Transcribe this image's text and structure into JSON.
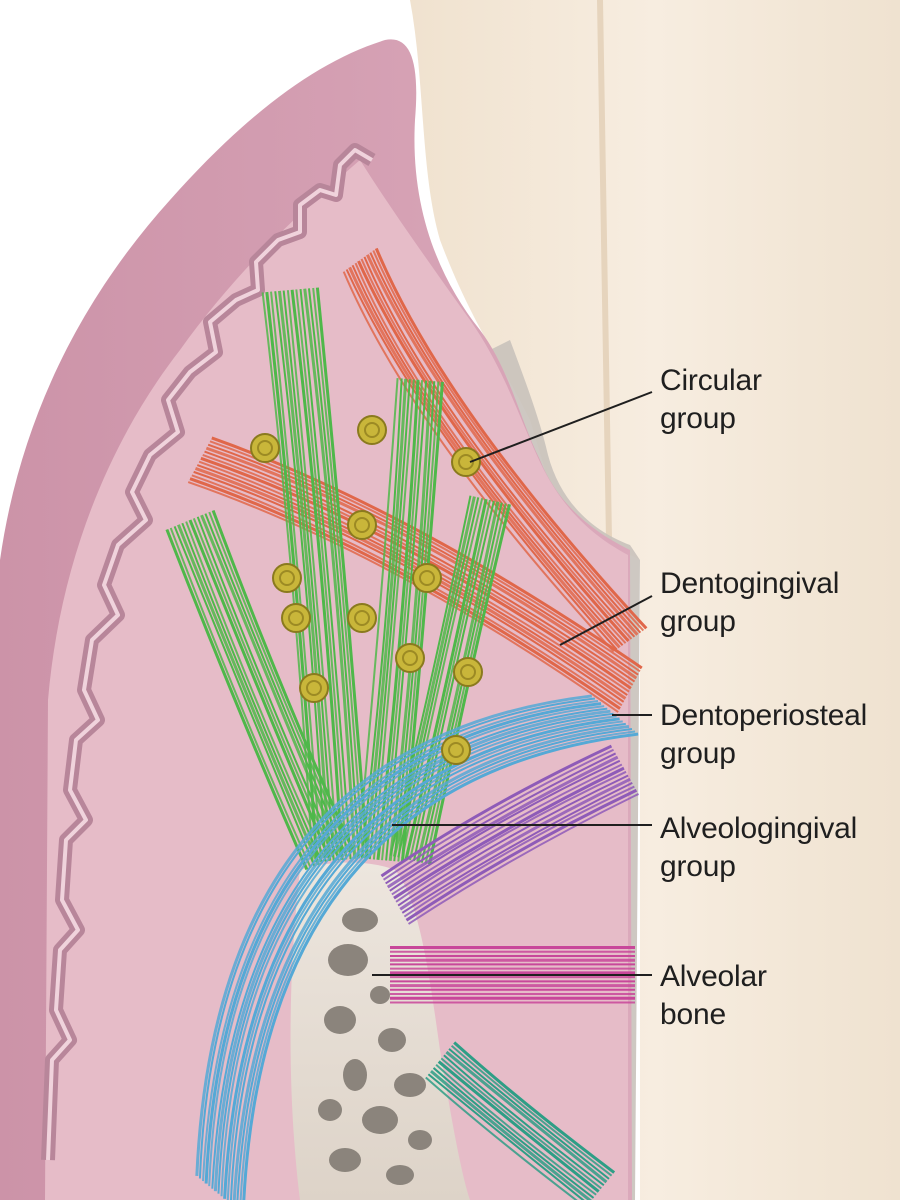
{
  "labels": {
    "circular": {
      "line1": "Circular",
      "line2": "group"
    },
    "dentogingival": {
      "line1": "Dentogingival",
      "line2": "group"
    },
    "dentoperiosteal": {
      "line1": "Dentoperiosteal",
      "line2": "group"
    },
    "alveologingival": {
      "line1": "Alveologingival",
      "line2": "group"
    },
    "alveolar_bone": {
      "line1": "Alveolar",
      "line2": "bone"
    }
  },
  "colors": {
    "gingiva_outer": "#d8a3b6",
    "gingiva_inner": "#e8c0cc",
    "epithelium_edge": "#b9879b",
    "tooth_enamel": "#f3e6d6",
    "tooth_root": "#efe0cc",
    "cementum": "#c9c2bb",
    "bone": "#e6ddd3",
    "bone_pores": "#8b847c",
    "circular_fibers": "#c9b63a",
    "dentogingival_fibers": "#e0674a",
    "alveologingival_fibers": "#4fb84a",
    "dentoperiosteal_fibers": "#55a9d6",
    "transseptal_fibers": "#8e5bb8",
    "magenta_fibers": "#c8479a",
    "teal_fibers": "#2e9e86",
    "leader_line": "#1f1f1f"
  }
}
